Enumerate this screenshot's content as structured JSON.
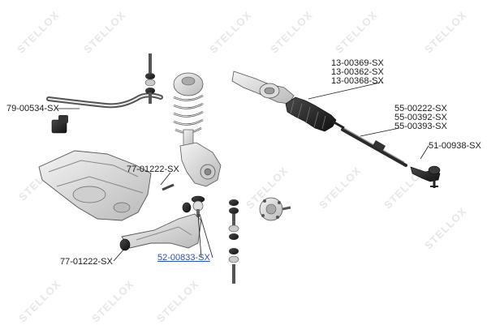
{
  "watermark": "STELLOX",
  "accent_color": "#2a4fb0",
  "labels": {
    "stab_link": "79-00534-SX",
    "boot_1": "13-00369-SX",
    "boot_2": "13-00362-SX",
    "boot_3": "13-00368-SX",
    "tierod_1": "55-00222-SX",
    "tierod_2": "55-00392-SX",
    "tierod_3": "55-00393-SX",
    "tierod_end": "51-00938-SX",
    "bushing_upper": "77-01222-SX",
    "bushing_lower": "77-01222-SX",
    "ball_joint": "52-00833-SX"
  }
}
